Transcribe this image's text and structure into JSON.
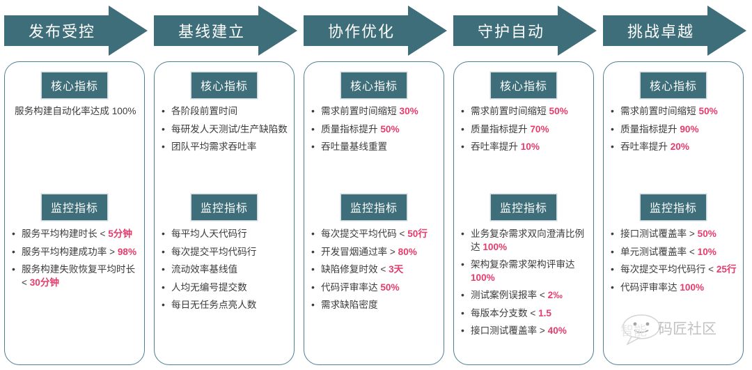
{
  "theme": {
    "arrow_color": "#3d6e7a",
    "badge_color": "#3d6e7a",
    "card_border_color": "#4b7f94",
    "accent_color": "#e63b6b",
    "text_color": "#3c3c3c",
    "background": "#ffffff"
  },
  "labels": {
    "core_badge": "核心指标",
    "monitor_badge": "监控指标"
  },
  "stages": [
    {
      "title": "发布受控",
      "core": [
        {
          "bullet": false,
          "parts": [
            {
              "t": "服务构建自动化率达成  100%",
              "hl": false
            }
          ]
        }
      ],
      "monitor": [
        {
          "bullet": true,
          "parts": [
            {
              "t": "服务平均构建时长 < ",
              "hl": false
            },
            {
              "t": "5分钟",
              "hl": true
            }
          ]
        },
        {
          "bullet": true,
          "parts": [
            {
              "t": "服务平均构建成功率 > ",
              "hl": false
            },
            {
              "t": "98%",
              "hl": true
            }
          ]
        },
        {
          "bullet": true,
          "parts": [
            {
              "t": "服务构建失败恢复平均时长 < ",
              "hl": false
            },
            {
              "t": "30分钟",
              "hl": true
            }
          ]
        }
      ]
    },
    {
      "title": "基线建立",
      "core": [
        {
          "bullet": true,
          "parts": [
            {
              "t": "各阶段前置时间",
              "hl": false
            }
          ]
        },
        {
          "bullet": true,
          "parts": [
            {
              "t": "每研发人天测试/生产缺陷数",
              "hl": false
            }
          ]
        },
        {
          "bullet": true,
          "parts": [
            {
              "t": "团队平均需求吞吐率",
              "hl": false
            }
          ]
        }
      ],
      "monitor": [
        {
          "bullet": true,
          "parts": [
            {
              "t": "每平均人天代码行",
              "hl": false
            }
          ]
        },
        {
          "bullet": true,
          "parts": [
            {
              "t": "每次提交平均代码行",
              "hl": false
            }
          ]
        },
        {
          "bullet": true,
          "parts": [
            {
              "t": "流动效率基线值",
              "hl": false
            }
          ]
        },
        {
          "bullet": true,
          "parts": [
            {
              "t": "人均无编号提交数",
              "hl": false
            }
          ]
        },
        {
          "bullet": true,
          "parts": [
            {
              "t": "每日无任务点亮人数",
              "hl": false
            }
          ]
        }
      ]
    },
    {
      "title": "协作优化",
      "core": [
        {
          "bullet": true,
          "parts": [
            {
              "t": "需求前置时间缩短 ",
              "hl": false
            },
            {
              "t": "30%",
              "hl": true
            }
          ]
        },
        {
          "bullet": true,
          "parts": [
            {
              "t": "质量指标提升 ",
              "hl": false
            },
            {
              "t": "50%",
              "hl": true
            }
          ]
        },
        {
          "bullet": true,
          "parts": [
            {
              "t": "吞吐量基线重置",
              "hl": false
            }
          ]
        }
      ],
      "monitor": [
        {
          "bullet": true,
          "parts": [
            {
              "t": "每次提交平均代码 < ",
              "hl": false
            },
            {
              "t": "50行",
              "hl": true
            }
          ]
        },
        {
          "bullet": true,
          "parts": [
            {
              "t": "开发冒烟通过率 > ",
              "hl": false
            },
            {
              "t": "80%",
              "hl": true
            }
          ]
        },
        {
          "bullet": true,
          "parts": [
            {
              "t": "缺陷修复时效 < ",
              "hl": false
            },
            {
              "t": "3天",
              "hl": true
            }
          ]
        },
        {
          "bullet": true,
          "parts": [
            {
              "t": "代码评审率达 ",
              "hl": false
            },
            {
              "t": "50%",
              "hl": true
            }
          ]
        },
        {
          "bullet": true,
          "parts": [
            {
              "t": "需求缺陷密度",
              "hl": false
            }
          ]
        }
      ]
    },
    {
      "title": "守护自动",
      "core": [
        {
          "bullet": true,
          "parts": [
            {
              "t": "需求前置时间缩短 ",
              "hl": false
            },
            {
              "t": "50%",
              "hl": true
            }
          ]
        },
        {
          "bullet": true,
          "parts": [
            {
              "t": "质量指标提升 ",
              "hl": false
            },
            {
              "t": "70%",
              "hl": true
            }
          ]
        },
        {
          "bullet": true,
          "parts": [
            {
              "t": "吞吐率提升 ",
              "hl": false
            },
            {
              "t": "10%",
              "hl": true
            }
          ]
        }
      ],
      "monitor": [
        {
          "bullet": true,
          "parts": [
            {
              "t": "业务复杂需求双向澄清比例达 ",
              "hl": false
            },
            {
              "t": "100%",
              "hl": true
            }
          ]
        },
        {
          "bullet": true,
          "parts": [
            {
              "t": "架构复杂需求架构评审达 ",
              "hl": false
            },
            {
              "t": "100%",
              "hl": true
            }
          ]
        },
        {
          "bullet": true,
          "parts": [
            {
              "t": "测试案例误报率 < ",
              "hl": false
            },
            {
              "t": "2‰",
              "hl": true
            }
          ]
        },
        {
          "bullet": true,
          "parts": [
            {
              "t": "每版本分支数  < ",
              "hl": false
            },
            {
              "t": "1.5",
              "hl": true
            }
          ]
        },
        {
          "bullet": true,
          "parts": [
            {
              "t": "接口测试覆盖率 > ",
              "hl": false
            },
            {
              "t": "40%",
              "hl": true
            }
          ]
        }
      ]
    },
    {
      "title": "挑战卓越",
      "core": [
        {
          "bullet": true,
          "parts": [
            {
              "t": "需求前置时间缩短 ",
              "hl": false
            },
            {
              "t": "50%",
              "hl": true
            }
          ]
        },
        {
          "bullet": true,
          "parts": [
            {
              "t": "质量指标提升 ",
              "hl": false
            },
            {
              "t": "90%",
              "hl": true
            }
          ]
        },
        {
          "bullet": true,
          "parts": [
            {
              "t": "吞吐率提升 ",
              "hl": false
            },
            {
              "t": "20%",
              "hl": true
            }
          ]
        }
      ],
      "monitor": [
        {
          "bullet": true,
          "parts": [
            {
              "t": "接口测试覆盖率 > ",
              "hl": false
            },
            {
              "t": "50%",
              "hl": true
            }
          ]
        },
        {
          "bullet": true,
          "parts": [
            {
              "t": "单元测试覆盖率 < ",
              "hl": false
            },
            {
              "t": "10%",
              "hl": true
            }
          ]
        },
        {
          "bullet": true,
          "parts": [
            {
              "t": "每次提交平均代码行 < ",
              "hl": false
            },
            {
              "t": "25行",
              "hl": true
            }
          ]
        },
        {
          "bullet": true,
          "parts": [
            {
              "t": "代码评审率达 ",
              "hl": false
            },
            {
              "t": "100%",
              "hl": true
            }
          ]
        }
      ]
    }
  ]
}
